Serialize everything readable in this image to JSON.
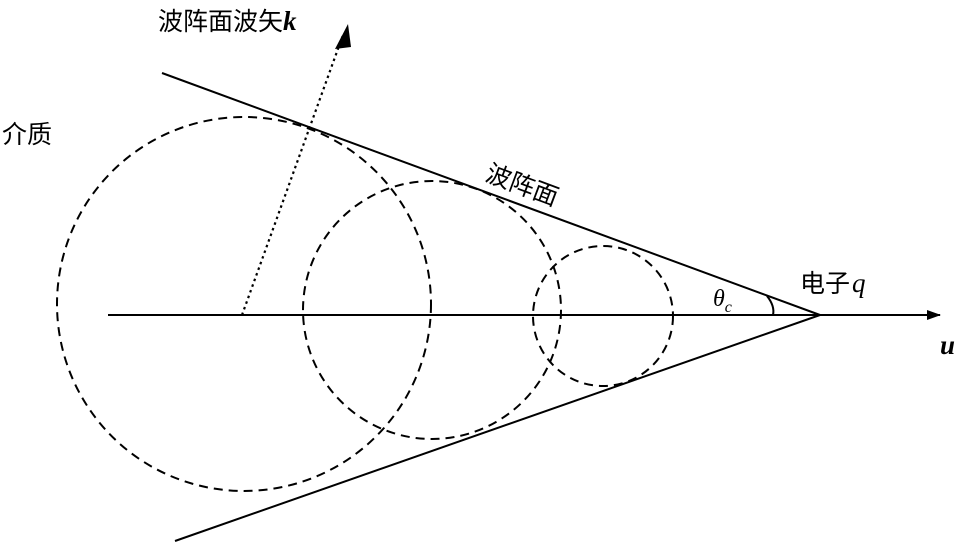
{
  "labels": {
    "wave_vector_text": "波阵面波矢",
    "wave_vector_symbol": "k",
    "medium": "介质",
    "wavefront": "波阵面",
    "electron_text": "电子",
    "electron_symbol": "q",
    "angle_symbol": "θ",
    "angle_subscript": "c",
    "velocity_symbol": "u"
  },
  "colors": {
    "ink": "#000000",
    "background": "#ffffff"
  }
}
